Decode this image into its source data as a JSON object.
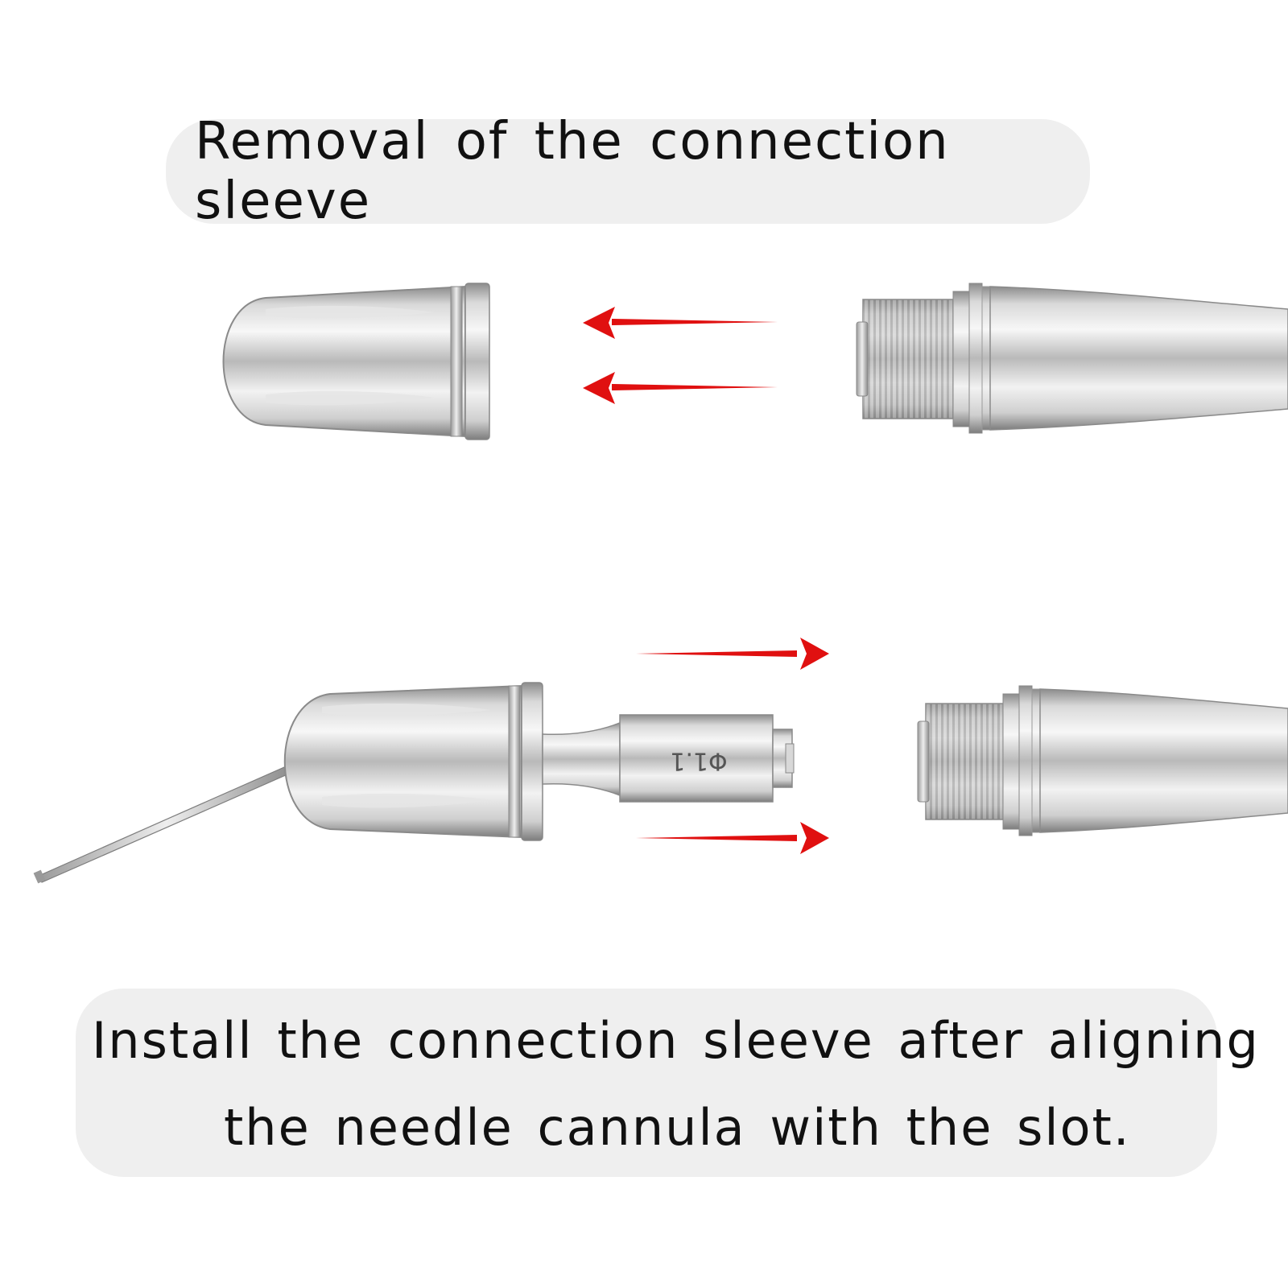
{
  "steps": {
    "removal": {
      "caption": "Removal of the connection sleeve"
    },
    "install": {
      "caption_line1": "Install the connection sleeve after aligning",
      "caption_line2": "the needle cannula with the slot."
    }
  },
  "adapter": {
    "engraving": "Φ1.1"
  },
  "icons": {
    "arrow": "red-arrow-icon",
    "sleeve": "connection-sleeve",
    "handpiece": "handpiece-body"
  },
  "colors": {
    "caption_bg": "#efefef",
    "caption_text": "#111111",
    "arrow": "#e01010",
    "metal_light": "#f4f4f4",
    "metal_dark": "#8a8a8a"
  }
}
